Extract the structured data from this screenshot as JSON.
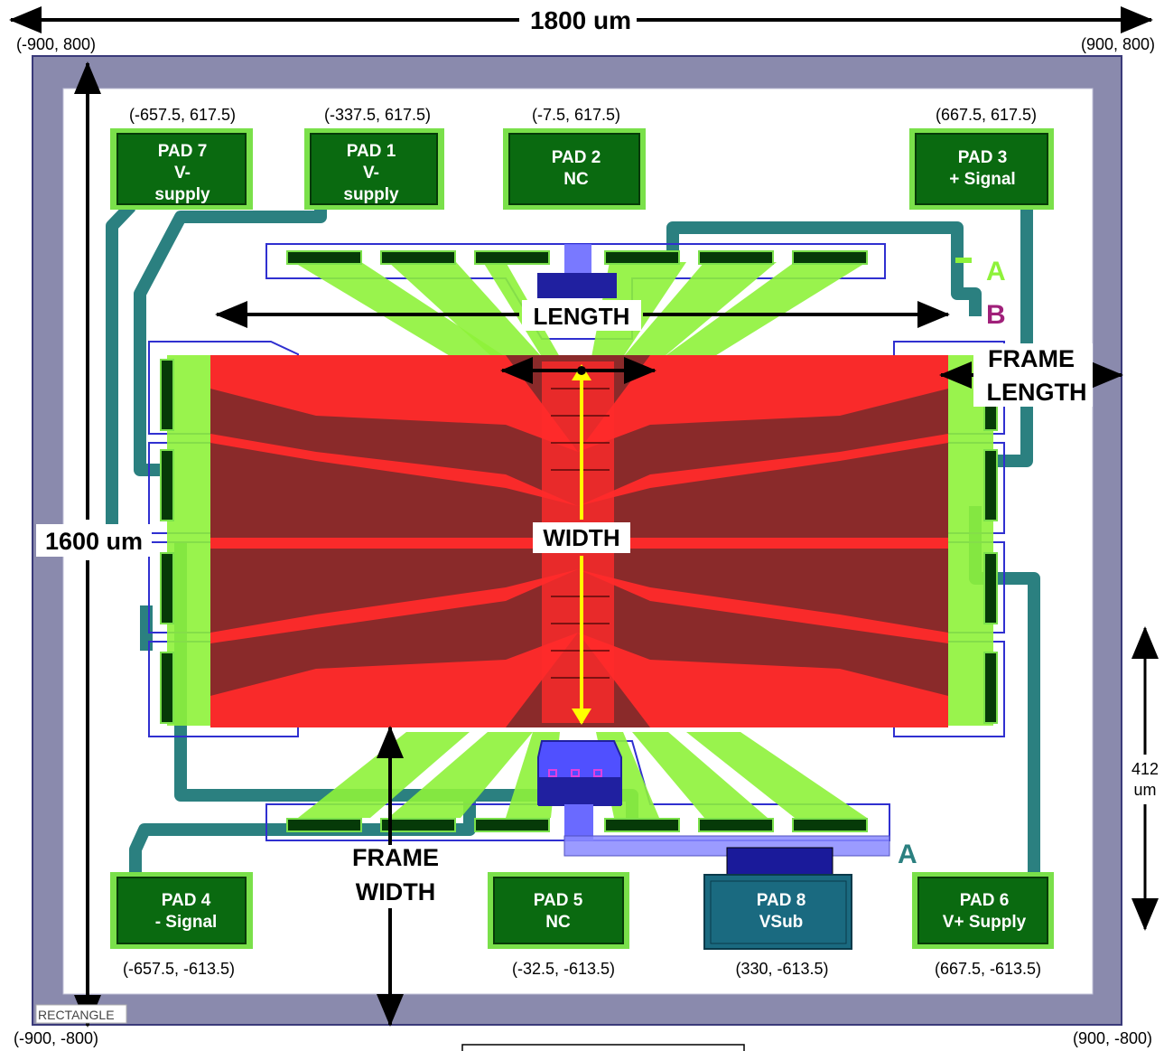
{
  "dimensions": {
    "overall_width": "1800 um",
    "overall_height": "1600 um",
    "pad_span": "412",
    "pad_span_unit": "um"
  },
  "corners": {
    "top_left": "(-900, 800)",
    "top_right": "(900, 800)",
    "bottom_left": "(-900, -800)",
    "bottom_right": "(900, -800)"
  },
  "labels": {
    "length": "LENGTH",
    "width": "WIDTH",
    "frame_length_1": "FRAME",
    "frame_length_2": "LENGTH",
    "frame_width_1": "FRAME",
    "frame_width_2": "WIDTH",
    "rectangle": "RECTANGLE"
  },
  "pads": [
    {
      "id": "pad7",
      "line1": "PAD 7",
      "line2": "V-",
      "line3": "supply",
      "coord": "(-657.5, 617.5)"
    },
    {
      "id": "pad1",
      "line1": "PAD 1",
      "line2": "V-",
      "line3": "supply",
      "coord": "(-337.5, 617.5)"
    },
    {
      "id": "pad2",
      "line1": "PAD 2",
      "line2": "NC",
      "line3": "",
      "coord": "(-7.5, 617.5)"
    },
    {
      "id": "pad3",
      "line1": "PAD 3",
      "line2": "+ Signal",
      "line3": "",
      "coord": "(667.5, 617.5)"
    },
    {
      "id": "pad4",
      "line1": "PAD 4",
      "line2": "- Signal",
      "line3": "",
      "coord": "(-657.5, -613.5)"
    },
    {
      "id": "pad5",
      "line1": "PAD 5",
      "line2": "NC",
      "line3": "",
      "coord": "(-32.5, -613.5)"
    },
    {
      "id": "pad8",
      "line1": "PAD 8",
      "line2": "VSub",
      "line3": "",
      "coord": "(330, -613.5)"
    },
    {
      "id": "pad6",
      "line1": "PAD 6",
      "line2": "V+ Supply",
      "line3": "",
      "coord": "(667.5, -613.5)"
    }
  ],
  "layer_glyphs": {
    "a": "A",
    "b": "B",
    "a2": "A"
  },
  "colors": {
    "frame": "#8a8aad",
    "pad_fill": "#0a6a10",
    "pad_border": "#7ae04a",
    "pad8_fill": "#1a6a80",
    "trace": "#2b8080",
    "green_layer": "#8ef23a",
    "red_layer": "#ff2a2a",
    "active_area": "#8a2a2a",
    "blue_outline": "#3030d0",
    "arrow_yellow": "#ffff00"
  }
}
